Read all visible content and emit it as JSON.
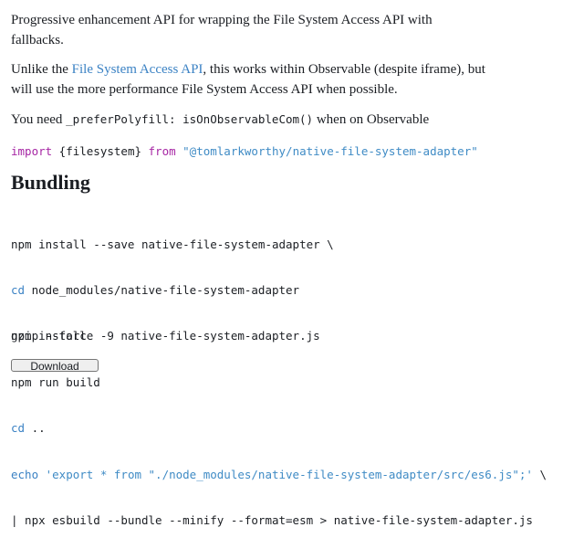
{
  "intro": {
    "text": "Progressive enhancement API for wrapping the File System Access API with fallbacks."
  },
  "unlike": {
    "prefix": "Unlike the ",
    "link_text": "File System Access API",
    "suffix": ", this works within Observable (despite iframe), but will use the more performance File System Access API when possible."
  },
  "need": {
    "prefix": "You need ",
    "code": "_preferPolyfill: isOnObservableCom()",
    "suffix": " when on Observable"
  },
  "import_line": {
    "keyword_import": "import",
    "binding": " {filesystem} ",
    "keyword_from": "from",
    "space": " ",
    "module": "\"@tomlarkworthy/native-file-system-adapter\""
  },
  "bundling": {
    "heading": "Bundling",
    "lines": [
      {
        "kw": "",
        "rest": "npm install --save native-file-system-adapter \\"
      },
      {
        "kw": "cd",
        "rest": " node_modules/native-file-system-adapter"
      },
      {
        "kw": "",
        "rest": "npm install"
      },
      {
        "kw": "",
        "rest": "npm run build"
      },
      {
        "kw": "cd",
        "rest": " .."
      },
      {
        "kw": "echo",
        "str": " 'export * from \"./node_modules/native-file-system-adapter/src/es6.js\";'",
        "rest": " \\"
      },
      {
        "kw": "",
        "rest": "| npx esbuild --bundle --minify --format=esm > native-file-system-adapter.js"
      }
    ],
    "gzip": "gzip --force -9 native-file-system-adapter.js"
  },
  "button": {
    "label": "Download"
  }
}
